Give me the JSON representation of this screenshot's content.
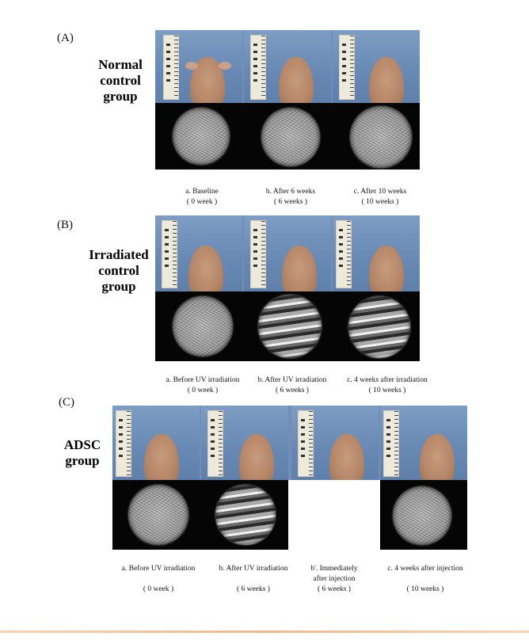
{
  "panels": [
    {
      "letter": "(A)",
      "group_lines": [
        "Normal",
        "control",
        "group"
      ],
      "captions": [
        {
          "line1": "a. Baseline",
          "line2": "( 0 week )"
        },
        {
          "line1": "b. After 6 weeks",
          "line2": "( 6 weeks )"
        },
        {
          "line1": "c. After 10 weeks",
          "line2": "( 10 weeks )"
        }
      ]
    },
    {
      "letter": "(B)",
      "group_lines": [
        "Irradiated",
        "control",
        "group"
      ],
      "captions": [
        {
          "line1": "a. Before UV irradiation",
          "line2": "( 0 week )"
        },
        {
          "line1": "b. After UV irradiation",
          "line2": "( 6 weeks )"
        },
        {
          "line1": "c. 4 weeks after irradiation",
          "line2": "( 10 weeks )"
        }
      ]
    },
    {
      "letter": "(C)",
      "group_lines": [
        "ADSC",
        "group"
      ],
      "captions": [
        {
          "line1": "a. Before UV irradiation",
          "line2": "",
          "line3": "( 0 week )"
        },
        {
          "line1": "b. After UV irradiation",
          "line2": "",
          "line3": "( 6 weeks )"
        },
        {
          "line1": "b'. Immediately",
          "line2": "after injection",
          "line3": "( 6 weeks )"
        },
        {
          "line1": "c. 4 weeks after injection",
          "line2": "",
          "line3": "( 10 weeks )"
        }
      ]
    }
  ],
  "colors": {
    "backdrop": "#6d8fb8",
    "replica_background": "#050505",
    "footer_rule": "#efb98c"
  }
}
